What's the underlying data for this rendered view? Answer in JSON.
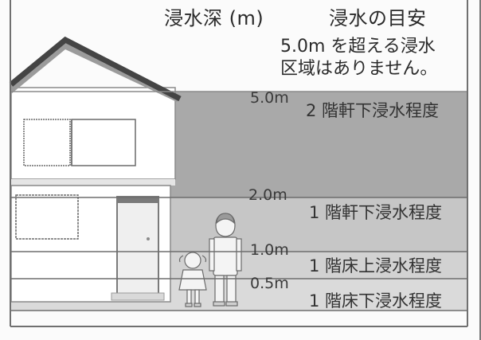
{
  "header": {
    "depth_col": "浸水深 (m)",
    "guide_col": "浸水の目安"
  },
  "note": {
    "line1": "5.0m を超える浸水",
    "line2": "区域はありません。"
  },
  "levels": [
    {
      "depth": "5.0m",
      "description": "2 階軒下浸水程度"
    },
    {
      "depth": "2.0m",
      "description": "1 階軒下浸水程度"
    },
    {
      "depth": "1.0m",
      "description": "1 階床上浸水程度"
    },
    {
      "depth": "0.5m",
      "description": "1 階床下浸水程度"
    }
  ],
  "colors": {
    "band_dark": "#a7a7a7",
    "band_mid": "#c7c7c7",
    "band_light": "#d4d4d4",
    "band_lightest": "#dcdcdc",
    "line": "#6e6e6e",
    "building": "#ffffff",
    "door": "#eeeeee",
    "figure_fill": "#f4f4f4"
  },
  "icons": {
    "house": "house-illustration-icon",
    "man": "man-figure-icon",
    "girl": "girl-figure-icon"
  }
}
